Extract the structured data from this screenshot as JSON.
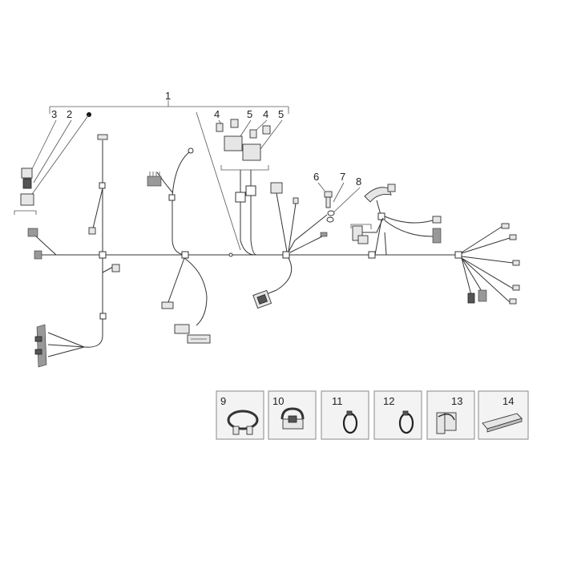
{
  "diagram": {
    "callouts": [
      {
        "id": "c1",
        "text": "1"
      },
      {
        "id": "c3",
        "text": "3"
      },
      {
        "id": "c2",
        "text": "2"
      },
      {
        "id": "c4a",
        "text": "4"
      },
      {
        "id": "c5a",
        "text": "5"
      },
      {
        "id": "c4b",
        "text": "4"
      },
      {
        "id": "c5b",
        "text": "5"
      },
      {
        "id": "c6",
        "text": "6"
      },
      {
        "id": "c7",
        "text": "7"
      },
      {
        "id": "c8",
        "text": "8"
      }
    ],
    "parts": [
      {
        "id": "p9",
        "number": "9",
        "icon": "pipe-clamp-icon"
      },
      {
        "id": "p10",
        "number": "10",
        "icon": "hinge-clamp-icon"
      },
      {
        "id": "p11",
        "number": "11",
        "icon": "cable-tie-icon"
      },
      {
        "id": "p12",
        "number": "12",
        "icon": "cable-tie-icon"
      },
      {
        "id": "p13",
        "number": "13",
        "icon": "cable-clip-icon"
      },
      {
        "id": "p14",
        "number": "14",
        "icon": "foam-strip-icon"
      }
    ]
  }
}
